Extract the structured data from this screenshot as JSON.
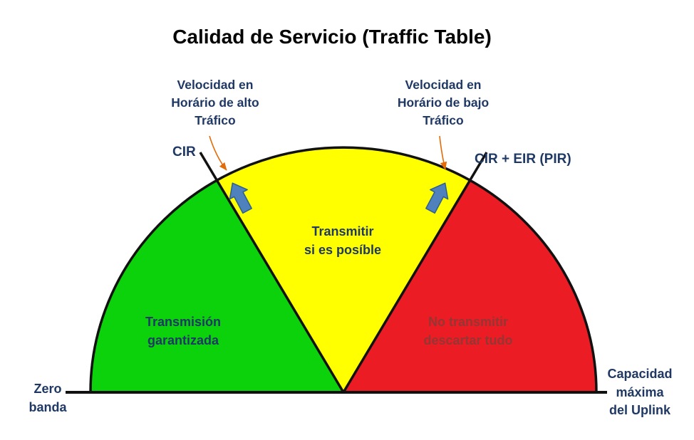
{
  "title": "Calidad de Servicio (Traffic Table)",
  "labels": {
    "peak_speed": "Velocidad en\nHorário de alto\nTráfico",
    "offpeak_speed": "Velocidad en\nHorário de bajo\nTráfico",
    "cir": "CIR",
    "cir_eir": "CIR + EIR (PIR)",
    "green_zone": "Transmisión\ngarantizada",
    "yellow_zone": "Transmitir\nsi es posíble",
    "red_zone": "No transmitir\ndescartar tudo",
    "zero_band": "Zero\nbanda",
    "max_capacity": "Capacidad\nmáxima\ndel Uplink"
  },
  "colors": {
    "green_sector": "#0BD20B",
    "yellow_sector": "#FFFF00",
    "red_sector": "#EC1C24",
    "navy_text": "#1F3864",
    "dark_red_text": "#943634",
    "pointer_arrow_fill": "#4F81BD",
    "pointer_arrow_stroke": "#2F5F8F",
    "callout_arrow": "#E36C0A",
    "outline": "#111111"
  }
}
